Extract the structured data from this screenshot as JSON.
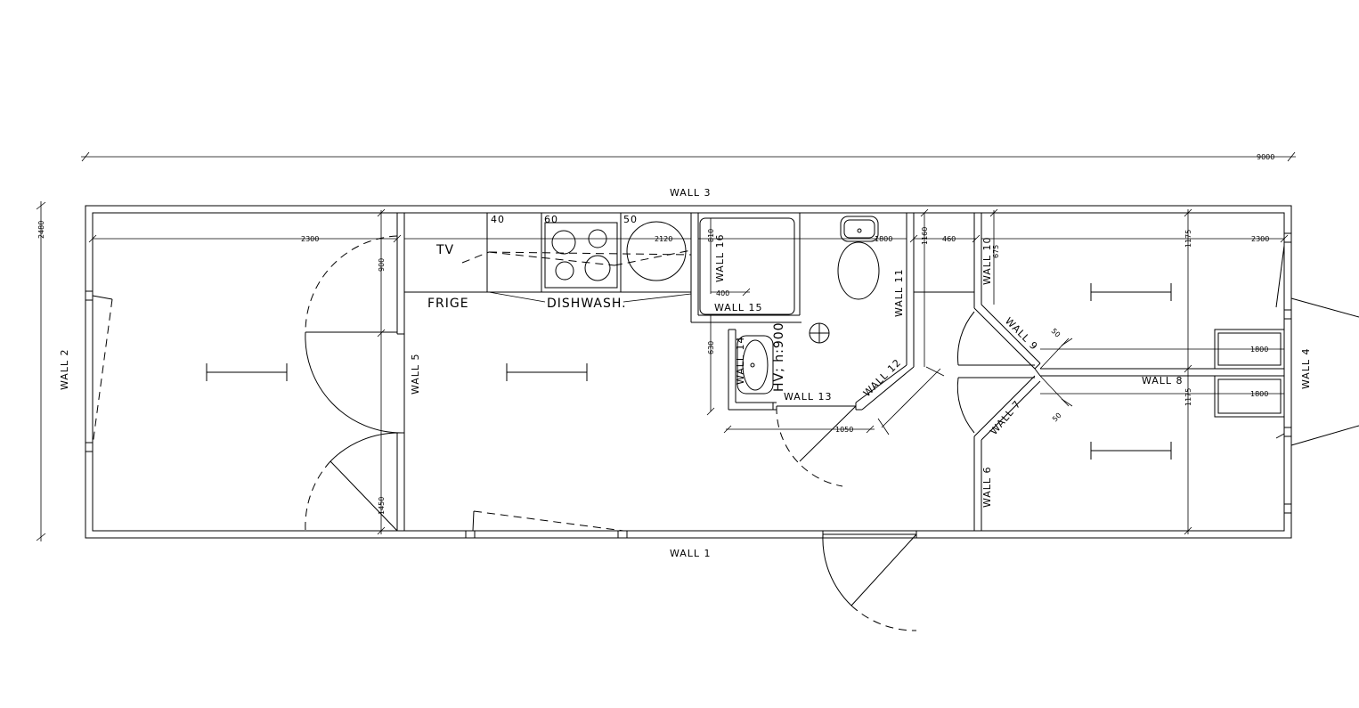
{
  "walls": {
    "w1": "WALL 1",
    "w2": "WALL 2",
    "w3": "WALL 3",
    "w4": "WALL 4",
    "w5": "WALL 5",
    "w6": "WALL 6",
    "w7": "WALL 7",
    "w8": "WALL 8",
    "w9": "WALL 9",
    "w10": "WALL 10",
    "w11": "WALL 11",
    "w12": "WALL 12",
    "w13": "WALL 13",
    "w14": "WALL 14",
    "w15": "WALL 15",
    "w16": "WALL 16"
  },
  "fixtures": {
    "tv": "TV",
    "frige": "FRIGE",
    "dishwash": "DISHWASH.",
    "hv": "HV; h:900",
    "cab40": "40",
    "cab60": "60",
    "cab50": "50"
  },
  "dimensions": {
    "total_length": "9000",
    "total_width": "2480",
    "left_room": "2300",
    "right_room": "2300",
    "kitchen": "2120",
    "bath_upper": "1800",
    "bath_lower": "1160",
    "corridor": "460",
    "door_height": "900",
    "door_lower": "1450",
    "shower_depth": "810",
    "shower_step": "400",
    "basin": "630",
    "bath_door": "1050",
    "bedroom_upper": "1175",
    "bedroom_lower": "1175",
    "wall9_offset": "675",
    "wall9_gap": "50",
    "wall7_gap": "50",
    "bed_upper": "1800",
    "bed_lower": "1800"
  }
}
